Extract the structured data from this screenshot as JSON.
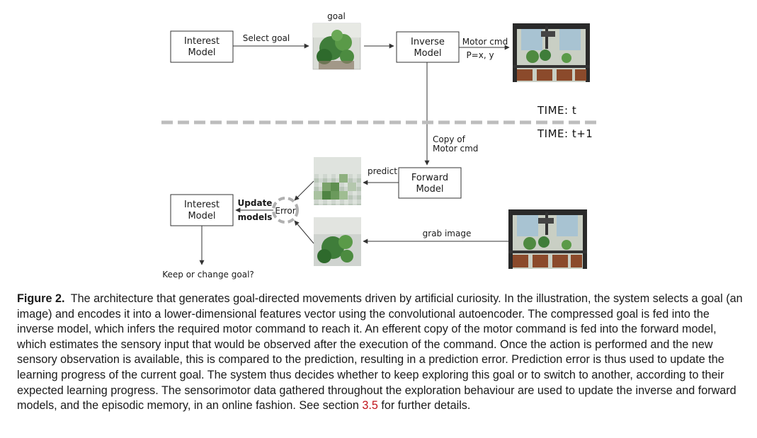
{
  "diagram": {
    "nodes": {
      "interest_model_top": [
        "Interest",
        "Model"
      ],
      "inverse_model": [
        "Inverse",
        "Model"
      ],
      "forward_model": [
        "Forward",
        "Model"
      ],
      "interest_model_bottom": [
        "Interest",
        "Model"
      ],
      "error": "Error"
    },
    "edge_labels": {
      "select_goal": "Select goal",
      "motor_cmd": "Motor cmd",
      "motor_cmd_value": "P=x, y",
      "copy_of": "Copy of",
      "copy_of_2": "Motor cmd",
      "predict": "predict",
      "grab_image": "grab image",
      "update": "Update",
      "models": "models",
      "keep_or_change": "Keep or change goal?"
    },
    "image_labels": {
      "goal": "goal"
    },
    "time": {
      "t": "TIME: t",
      "t1": "TIME: t+1"
    }
  },
  "caption": {
    "label": "Figure 2.",
    "text_before_ref": "The architecture that generates goal-directed movements driven by artificial curiosity. In the illustration, the system selects a goal (an image) and encodes it into a lower-dimensional features vector using the convolutional autoencoder. The compressed goal is fed into the inverse model, which infers the required motor command to reach it. An efferent copy of the motor command is fed into the forward model, which estimates the sensory input that would be observed after the execution of the command. Once the action is performed and the new sensory observation is available, this is compared to the prediction, resulting in a prediction error. Prediction error is thus used to update the learning progress of the current goal. The system thus decides whether to keep exploring this goal or to switch to another, according to their expected learning progress. The sensorimotor data gathered throughout the exploration behaviour are used to update the inverse and forward models, and the episodic memory, in an online fashion. See section",
    "ref": "3.5",
    "text_after_ref": "for further details."
  },
  "colors": {
    "ref_link": "#c0141b",
    "dashed_separator": "#bdbdbd",
    "foliage": "#3f7d3a"
  }
}
